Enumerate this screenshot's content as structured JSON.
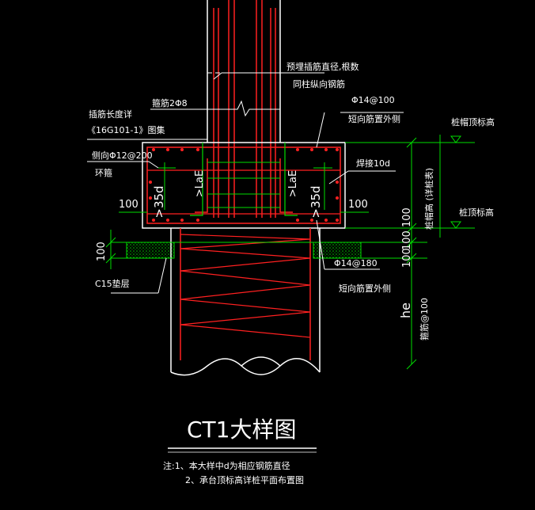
{
  "labels": {
    "embed_bar": "预埋插筋直径,根数",
    "same_as_column": "同柱纵向钢筋",
    "stirrup": "箍筋2Φ8",
    "insert_length_1": "插筋长度详",
    "insert_length_2": "《16G101-1》图集",
    "side_bar": "侧向Φ12@200",
    "ring_stirrup": "环箍",
    "top_bar_spec": "Φ14@100",
    "top_bar_note": "短向筋置外侧",
    "weld": "焊接10d",
    "bottom_bar_spec": "Φ14@180",
    "bottom_bar_note": "短向筋置外侧",
    "cap_top_elev": "桩帽顶标高",
    "pile_top_elev": "桩顶标高",
    "cap_height": "桩帽高 (详桩表)",
    "pile_stirrup": "箍筋@100",
    "cushion": "C15垫层",
    "lae_left": ">LaE",
    "lae_right": ">LaE",
    "d35_left": ">35d",
    "d35_right": ">35d"
  },
  "dims": {
    "left_100": "100",
    "right_100": "100",
    "cushion_100": "100",
    "right_100_100": "100 100",
    "right_100b": "100",
    "he": "he"
  },
  "title": "CT1大样图",
  "notes": {
    "n1": "注:1、本大样中d为相应钢筋直径",
    "n2": "2、承台顶标高详桩平面布置图"
  }
}
